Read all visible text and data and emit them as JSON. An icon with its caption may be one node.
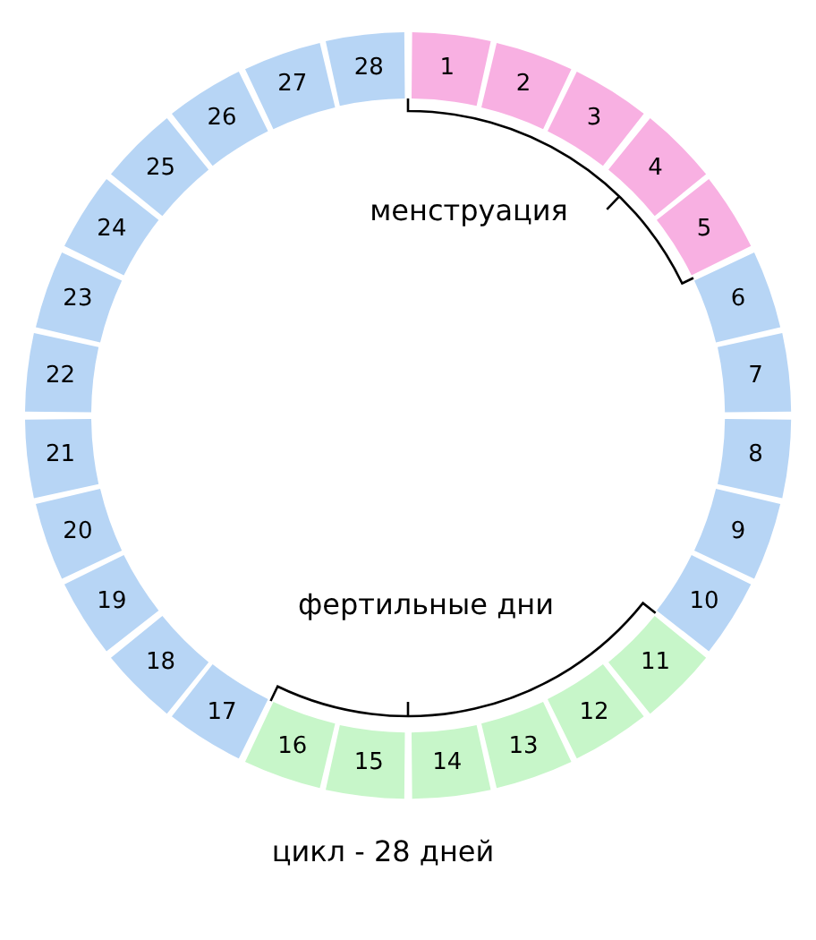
{
  "diagram": {
    "caption": "цикл - 28 дней",
    "nodes": [
      {
        "text": [
          "1"
        ]
      },
      {
        "text": [
          "2"
        ]
      },
      {
        "text": [
          "3"
        ]
      },
      {
        "text": [
          "4"
        ]
      },
      {
        "text": [
          "5"
        ]
      },
      {
        "text": [
          "6"
        ]
      },
      {
        "text": [
          "7"
        ]
      },
      {
        "text": [
          "8"
        ]
      },
      {
        "text": [
          "9"
        ]
      },
      {
        "text": [
          "10"
        ]
      },
      {
        "text": [
          "11"
        ]
      },
      {
        "text": [
          "12"
        ]
      },
      {
        "text": [
          "13"
        ]
      },
      {
        "text": [
          "14"
        ]
      },
      {
        "text": [
          "15"
        ]
      },
      {
        "text": [
          "16"
        ]
      },
      {
        "text": [
          "17"
        ]
      },
      {
        "text": [
          "18"
        ]
      },
      {
        "text": [
          "19"
        ]
      },
      {
        "text": [
          "20"
        ]
      },
      {
        "text": [
          "21"
        ]
      },
      {
        "text": [
          "22"
        ]
      },
      {
        "text": [
          "23"
        ]
      },
      {
        "text": [
          "24"
        ]
      },
      {
        "text": [
          "25"
        ]
      },
      {
        "text": [
          "26"
        ]
      },
      {
        "text": [
          "27"
        ]
      },
      {
        "text": [
          "28"
        ]
      }
    ],
    "labels": [
      "менструация",
      "фертильные дни"
    ]
  }
}
